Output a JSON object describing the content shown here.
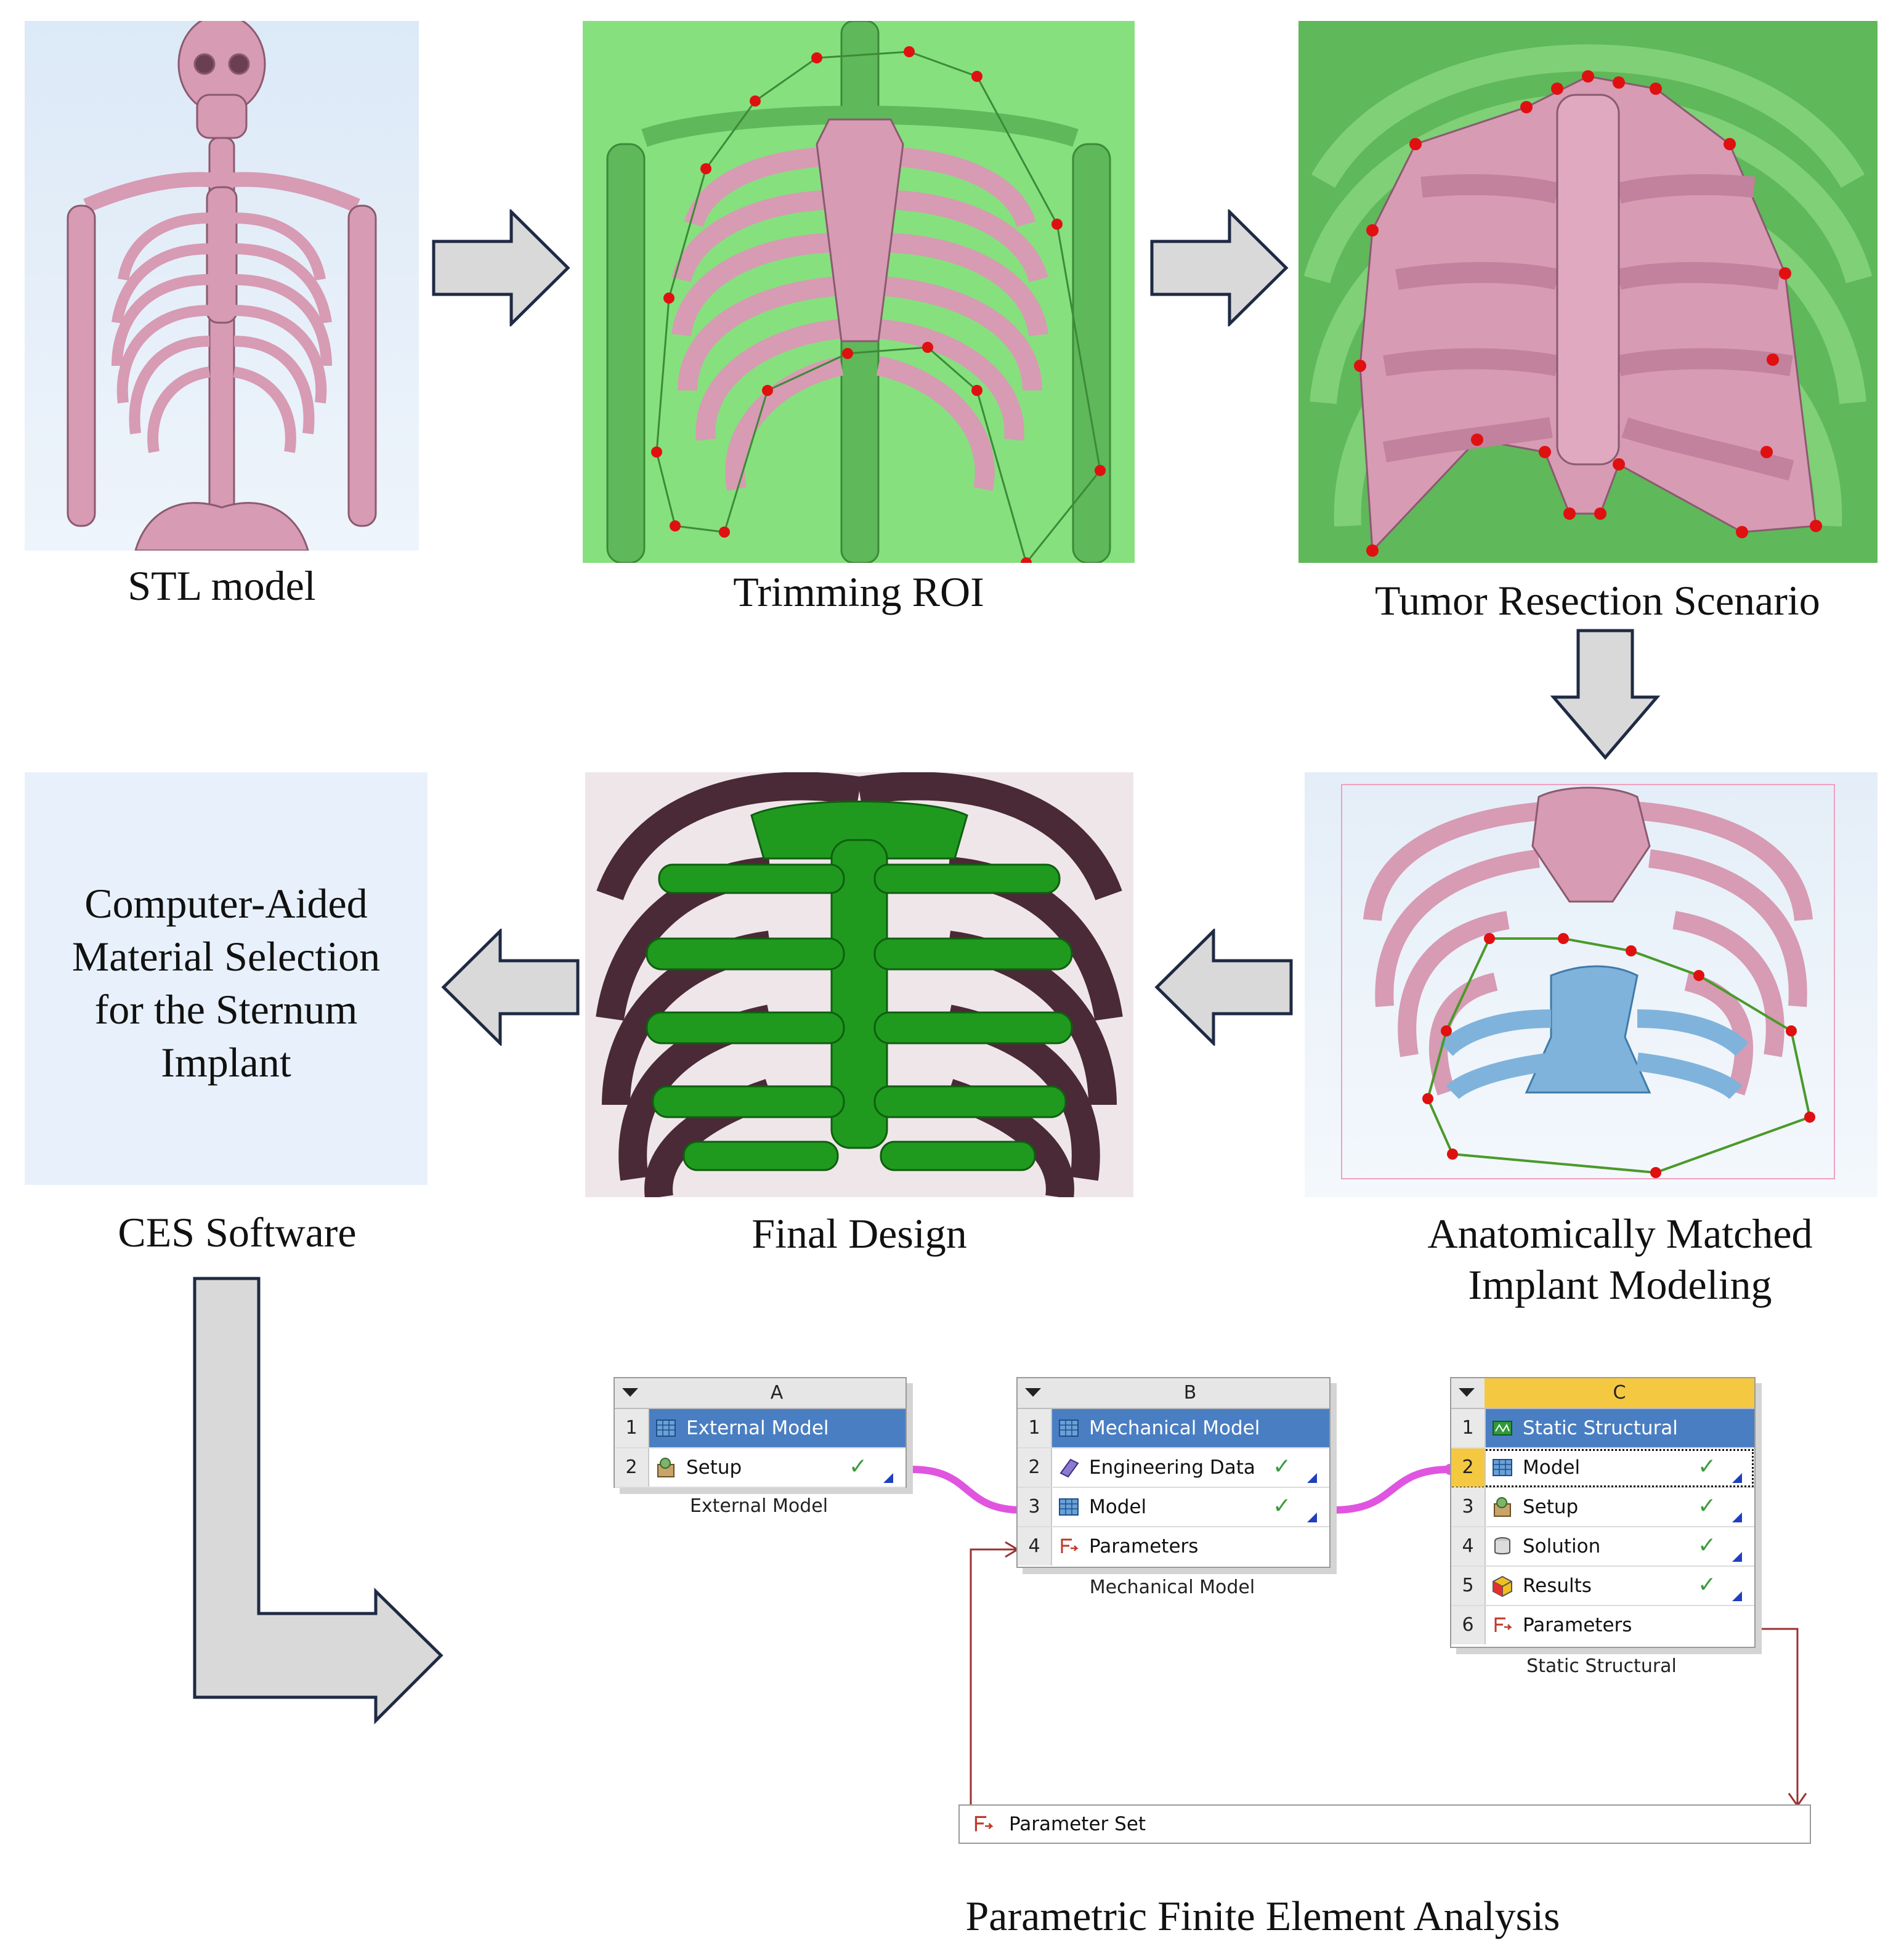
{
  "captions": {
    "stl": "STL model",
    "trimming": "Trimming ROI",
    "tumor": "Tumor Resection Scenario",
    "anatomical_line1": "Anatomically Matched",
    "anatomical_line2": "Implant Modeling",
    "final": "Final Design",
    "ces": "CES Software",
    "fea": "Parametric Finite Element Analysis"
  },
  "ces_box": {
    "lines": [
      "Computer-Aided",
      "Material Selection",
      "for the Sternum",
      "Implant"
    ]
  },
  "colors": {
    "bone_pink": "#d79bb3",
    "green_bg": "#86e07e",
    "green_implant": "#1f9a1f",
    "blue_section": "#7fb3dc",
    "control_point": "#e01010",
    "arrow_fill": "#d9d9d9",
    "arrow_stroke": "#1f2a44",
    "link_magenta": "#e055e0",
    "link_dark_red": "#9a3030",
    "header_blue": "#4a7ec2",
    "header_yellow": "#f5c842"
  },
  "workbench": {
    "system_a": {
      "column": "A",
      "rows": [
        {
          "num": "1",
          "label": "External Model",
          "icon": "external-model-icon"
        },
        {
          "num": "2",
          "label": "Setup",
          "icon": "setup-icon",
          "status": "✓"
        }
      ],
      "label": "External Model"
    },
    "system_b": {
      "column": "B",
      "rows": [
        {
          "num": "1",
          "label": "Mechanical Model",
          "icon": "mechanical-model-icon"
        },
        {
          "num": "2",
          "label": "Engineering Data",
          "icon": "engineering-data-icon",
          "status": "✓"
        },
        {
          "num": "3",
          "label": "Model",
          "icon": "model-icon",
          "status": "✓"
        },
        {
          "num": "4",
          "label": "Parameters",
          "icon": "parameters-icon"
        }
      ],
      "label": "Mechanical Model"
    },
    "system_c": {
      "column": "C",
      "rows": [
        {
          "num": "1",
          "label": "Static Structural",
          "icon": "static-structural-icon"
        },
        {
          "num": "2",
          "label": "Model",
          "icon": "model-icon",
          "status": "✓"
        },
        {
          "num": "3",
          "label": "Setup",
          "icon": "setup-icon",
          "status": "✓"
        },
        {
          "num": "4",
          "label": "Solution",
          "icon": "solution-icon",
          "status": "✓"
        },
        {
          "num": "5",
          "label": "Results",
          "icon": "results-icon",
          "status": "✓"
        },
        {
          "num": "6",
          "label": "Parameters",
          "icon": "parameters-icon"
        }
      ],
      "label": "Static Structural"
    },
    "parameter_set": "Parameter Set"
  }
}
